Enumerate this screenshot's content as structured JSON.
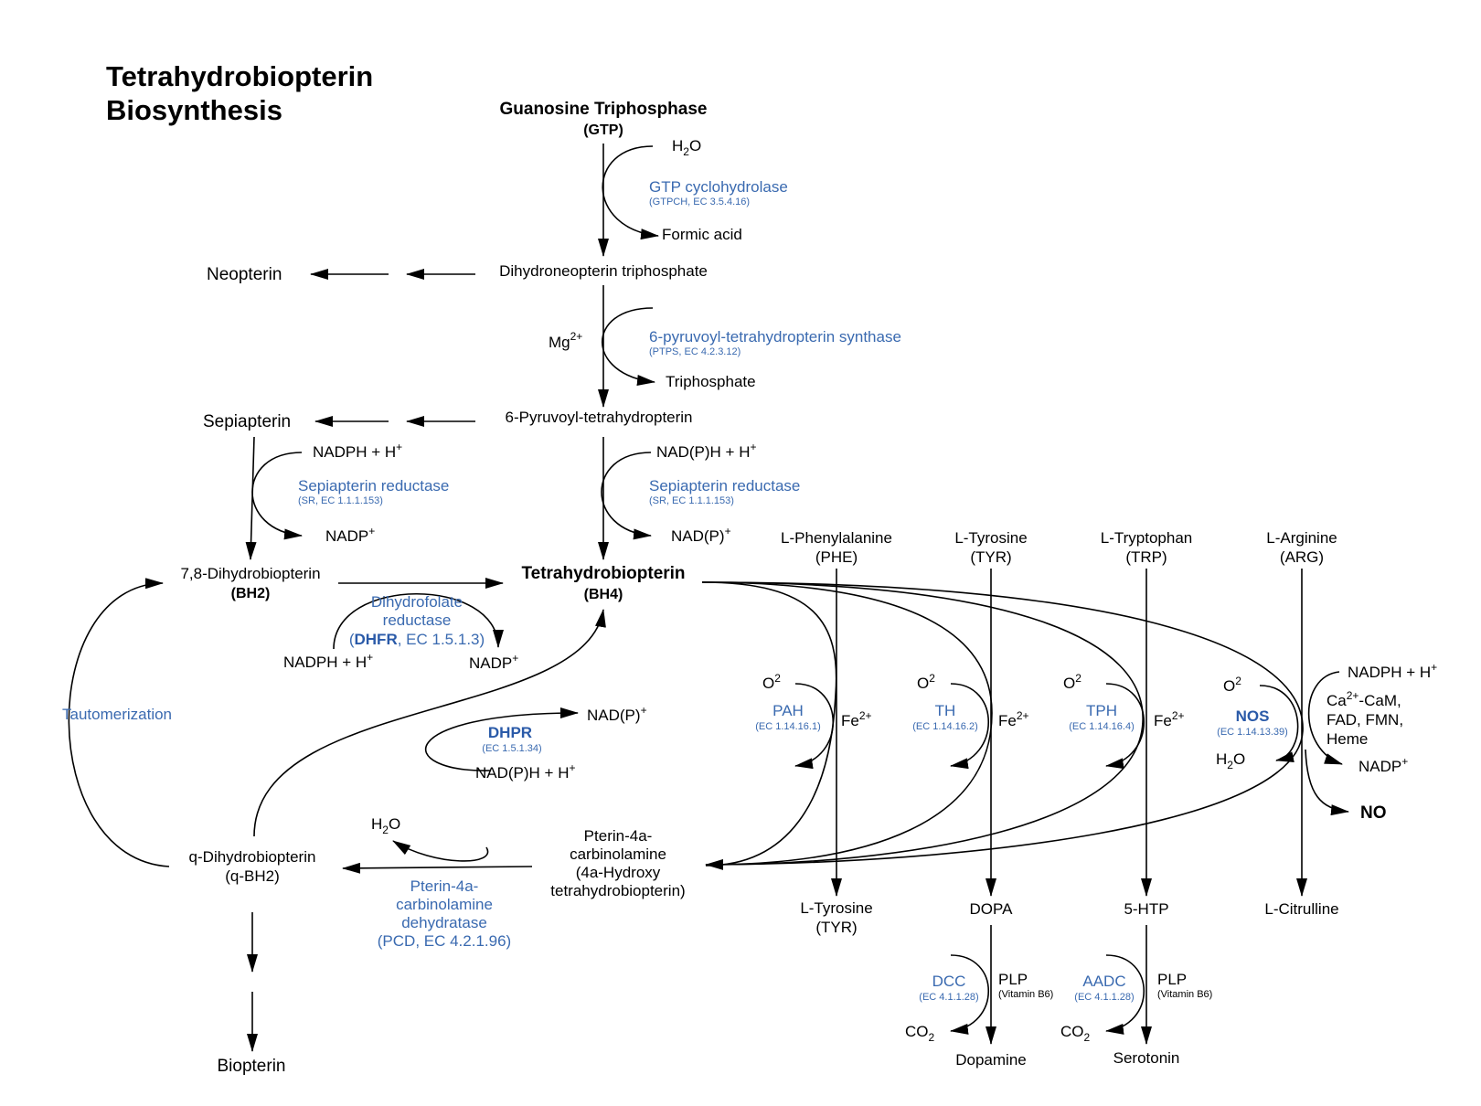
{
  "title": {
    "line1": "Tetrahydrobiopterin",
    "line2": "Biosynthesis"
  },
  "compounds": {
    "gtp_name": "Guanosine Triphosphase",
    "gtp_abbr": "(GTP)",
    "water": "H",
    "water_sub": "2",
    "water_o": "O",
    "formic_acid": "Formic acid",
    "neopterin": "Neopterin",
    "dihydroneopterin_tp": "Dihydroneopterin triphosphate",
    "mg": "Mg",
    "mg_sup": "2+",
    "triphosphate": "Triphosphate",
    "sepiapterin": "Sepiapterin",
    "pyruvoyl": "6-Pyruvoyl-tetrahydropterin",
    "nadph_h": "NADPH + H",
    "nadp": "NADP",
    "nadp_h": "NAD(P)H + H",
    "nad_p": "NAD(P)",
    "plus": "+",
    "dihydrobiopterin78": "7,8-Dihydrobiopterin",
    "bh2": "BH2",
    "bh4_name": "Tetrahydrobiopterin",
    "bh4_abbr": "(BH4)",
    "q_bh2_name": "q-Dihydrobiopterin",
    "q_bh2_abbr": "(q-BH2)",
    "biopterin": "Biopterin",
    "pterin4a": [
      "Pterin-4a-",
      "carbinolamine",
      "(4a-Hydroxy",
      "tetrahydrobiopterin)"
    ],
    "phe": [
      "L-Phenylalanine",
      "(PHE)"
    ],
    "tyr": [
      "L-Tyrosine",
      "(TYR)"
    ],
    "trp": [
      "L-Tryptophan",
      "(TRP)"
    ],
    "arg": [
      "L-Arginine",
      "(ARG)"
    ],
    "tyr_out": [
      "L-Tyrosine",
      "(TYR)"
    ],
    "dopa": "DOPA",
    "htp": "5-HTP",
    "citrulline": "L-Citrulline",
    "o2": "O",
    "o2_sup": "2",
    "fe": "Fe",
    "fe_sup": "2+",
    "nos_cofactors": [
      "Ca",
      "2+",
      "-CaM,",
      "FAD, FMN,",
      "Heme"
    ],
    "no": "NO",
    "plp": "PLP",
    "vitamin_b6": "(Vitamin B6)",
    "co2": "CO",
    "co2_sub": "2",
    "dopamine": "Dopamine",
    "serotonin": "Serotonin"
  },
  "enzymes": {
    "gtpch": {
      "name": "GTP cyclohydrolase",
      "ec": "(GTPCH, EC 3.5.4.16)"
    },
    "ptps": {
      "name": "6-pyruvoyl-tetrahydropterin synthase",
      "ec": "(PTPS, EC 4.2.3.12)"
    },
    "sr": {
      "name": "Sepiapterin reductase",
      "ec": "(SR, EC 1.1.1.153)"
    },
    "dhfr": {
      "line1": "Dihydrofolate",
      "line2": "reductase",
      "open": "(",
      "abbr": "DHFR",
      "ec": ", EC 1.5.1.3)"
    },
    "dhpr": {
      "abbr": "DHPR",
      "ec": "(EC 1.5.1.34)"
    },
    "tautomerization": "Tautomerization",
    "pcd": [
      "Pterin-4a-",
      "carbinolamine",
      "dehydratase",
      "(PCD, EC 4.2.1.96)"
    ],
    "pah": {
      "abbr": "PAH",
      "ec": "(EC 1.14.16.1)"
    },
    "th": {
      "abbr": "TH",
      "ec": "(EC 1.14.16.2)"
    },
    "tph": {
      "abbr": "TPH",
      "ec": "(EC 1.14.16.4)"
    },
    "nos": {
      "abbr": "NOS",
      "ec": "(EC 1.14.13.39)"
    },
    "dcc": {
      "abbr": "DCC",
      "ec": "(EC 4.1.1.28)"
    },
    "aadc": {
      "abbr": "AADC",
      "ec": "(EC 4.1.1.28)"
    }
  },
  "colors": {
    "enzyme": "#3a6ab0",
    "ink": "#000000",
    "background": "#ffffff"
  }
}
